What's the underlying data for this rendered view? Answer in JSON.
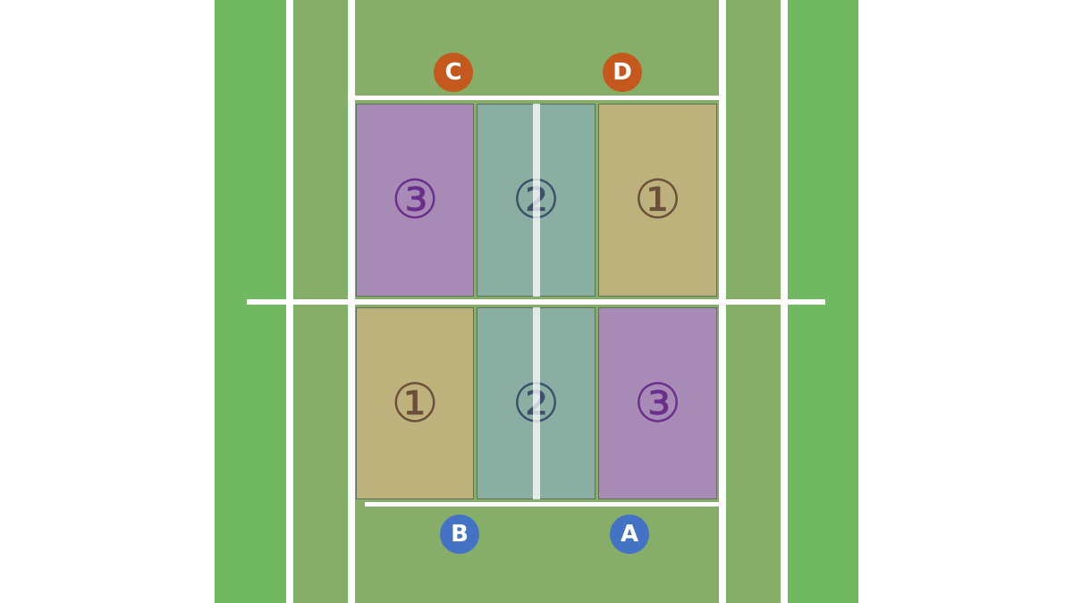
{
  "colors": {
    "outer_green": "#70b961",
    "court_green": "#86ae69",
    "line": "#ffffff",
    "zone_yellow": "#bdb27b",
    "zone_teal": "#8aaea1",
    "zone_purple": "#a88ab6",
    "num_brown": "#6b4f3a",
    "num_navy": "#3e5068",
    "num_purple": "#6a2f8a",
    "marker_orange": "#c5581c",
    "marker_blue": "#4472c4"
  },
  "zones": {
    "top": [
      {
        "label": "③",
        "type": "purple"
      },
      {
        "label": "②",
        "type": "teal"
      },
      {
        "label": "①",
        "type": "yellow"
      }
    ],
    "bottom": [
      {
        "label": "①",
        "type": "yellow"
      },
      {
        "label": "②",
        "type": "teal"
      },
      {
        "label": "③",
        "type": "purple"
      }
    ]
  },
  "markers": {
    "C": "C",
    "D": "D",
    "B": "B",
    "A": "A"
  }
}
